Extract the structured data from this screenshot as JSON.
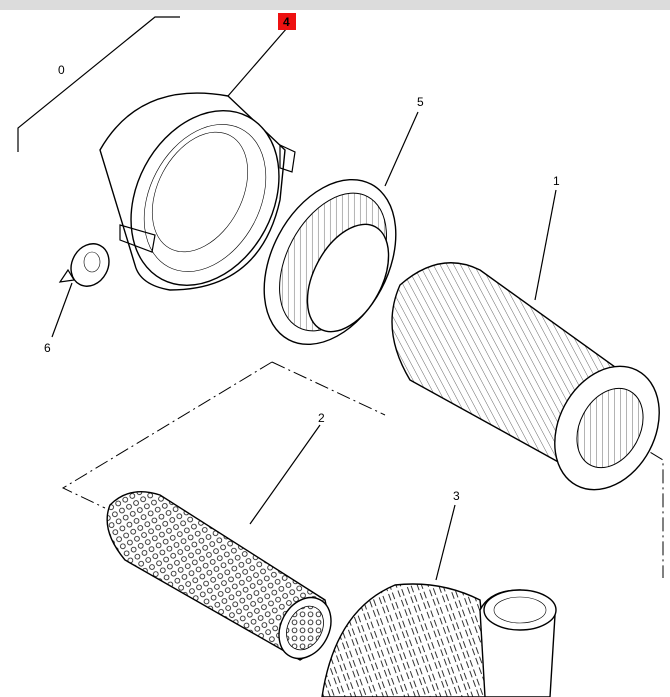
{
  "diagram": {
    "highlight_color": "#ee1111",
    "callouts": [
      {
        "id": "0",
        "label": "0"
      },
      {
        "id": "4",
        "label": "4",
        "highlighted": true
      },
      {
        "id": "5",
        "label": "5"
      },
      {
        "id": "1",
        "label": "1"
      },
      {
        "id": "6",
        "label": "6"
      },
      {
        "id": "2",
        "label": "2"
      },
      {
        "id": "3",
        "label": "3"
      }
    ]
  }
}
